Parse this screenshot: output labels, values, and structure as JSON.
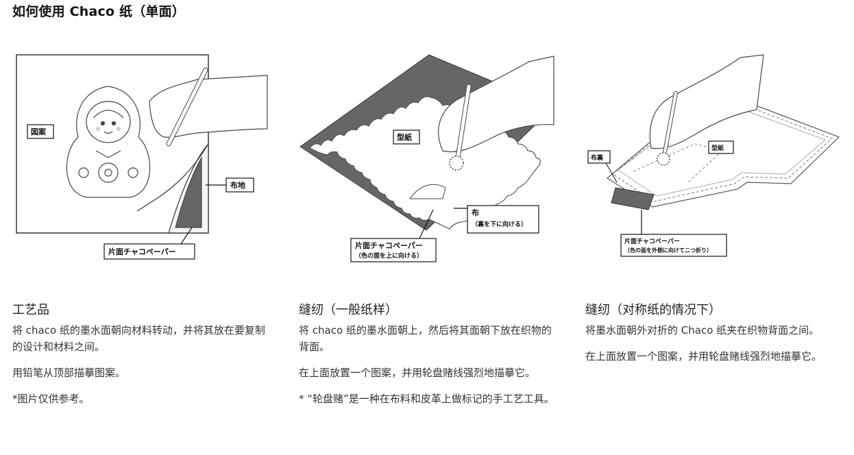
{
  "title": "如何使用 Chaco 纸（单面）",
  "figures": [
    {
      "labels": {
        "pattern": "図案",
        "fabric": "布地",
        "paper": "片面チャコペーパー"
      }
    },
    {
      "labels": {
        "pattern": "型紙",
        "fabric": "布",
        "fabric_note": "（裏を下に向ける）",
        "paper": "片面チャコペーパー",
        "paper_note": "（色の面を上に向ける）"
      }
    },
    {
      "labels": {
        "pattern": "型紙",
        "fabric": "布裏",
        "paper": "片面チャコペーパー",
        "paper_note": "（色の面を外側に向けて二つ折り）"
      }
    }
  ],
  "columns": [
    {
      "heading": "工艺品",
      "paragraphs": [
        "将 chaco 纸的墨水面朝向材料转动，并将其放在要复制的设计和材料之间。",
        "用铅笔从顶部描摹图案。",
        "*图片仅供参考。"
      ]
    },
    {
      "heading": "缝纫（一般纸样）",
      "paragraphs": [
        "将 chaco 纸的墨水面朝上，然后将其面朝下放在织物的背面。",
        "在上面放置一个图案，并用轮盘赌线强烈地描摹它。",
        "* “轮盘赌”是一种在布料和皮革上做标记的手工艺工具。"
      ]
    },
    {
      "heading": "缝纫（对称纸的情况下）",
      "paragraphs": [
        "将墨水面朝外对折的 Chaco 纸夹在织物背面之间。",
        "在上面放置一个图案，并用轮盘赌线强烈地描摹它。"
      ]
    }
  ]
}
